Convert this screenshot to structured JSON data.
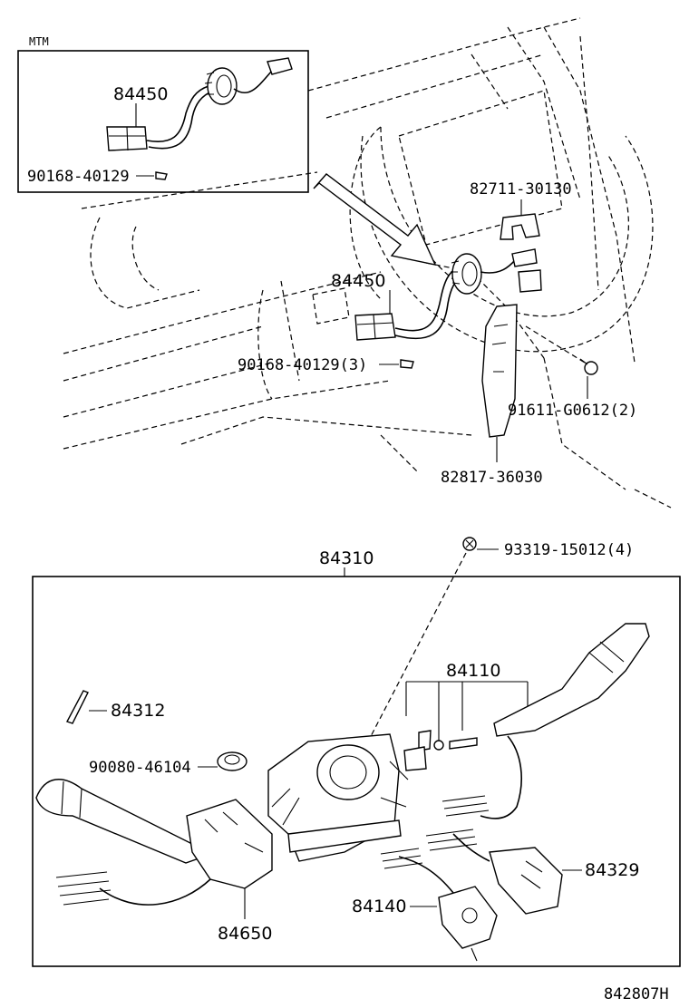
{
  "labels": {
    "inset_title": "MTM",
    "inset_part": "84450",
    "inset_screw": "90168-40129",
    "retainer": "82711-30130",
    "harness": "84450",
    "screw_set": "90168-40129(3)",
    "bolt_set": "91611-G0612(2)",
    "bracket": "82817-36030",
    "switch_assembly": "84310",
    "screw_switch": "93319-15012(4)",
    "wiper_switch": "84110",
    "pin": "84312",
    "clamp": "90080-46104",
    "relay": "84329",
    "sub_switch": "84140",
    "turn_switch": "84650",
    "diagram_code": "842807H"
  }
}
